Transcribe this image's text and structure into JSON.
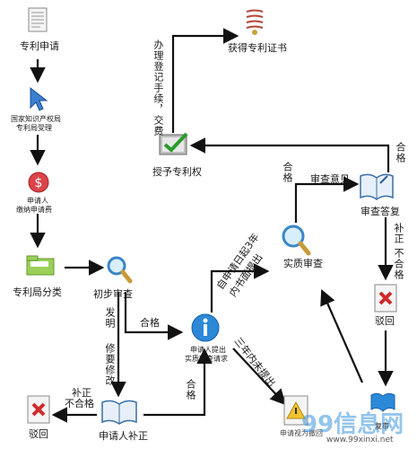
{
  "nodes": {
    "apply": "专利申请",
    "accept_line1": "国家知识产权局",
    "accept_line2": "专利局受理",
    "fee_line1": "申请人",
    "fee_line2": "缴纳申请费",
    "classify": "专利局分类",
    "prelim": "初步审查",
    "request_line1": "申请人提出",
    "request_line2": "实质审查请求",
    "substantive": "实质审查",
    "opinion": "审查意见",
    "reply": "审查答复",
    "rejected": "驳回",
    "rejected2": "驳回",
    "grant": "授予专利权",
    "certificate": "获得专利证书",
    "supplement": "申请人补正",
    "deemed": "申请视为撤回",
    "reply_bottom": "复审"
  },
  "edges": {
    "register": "办理登记手续，交费",
    "qualified_up": "合格",
    "qualified_right": "合格",
    "qualified_mid": "合格",
    "qualified_bottom": "合格",
    "invention": "发明",
    "must_fix": "修要修改",
    "within3_line1": "自申请日起3年",
    "within3_line2": "内书面提出",
    "not_in3": "三年内未提出",
    "fix_fail_right_1": "补正",
    "fix_fail_right_2": "不合格",
    "fix_fail_left_1": "补正",
    "fix_fail_left_2": "不合格"
  },
  "watermark": {
    "logo": "99信息网",
    "url": "www.99xinxi.net"
  }
}
